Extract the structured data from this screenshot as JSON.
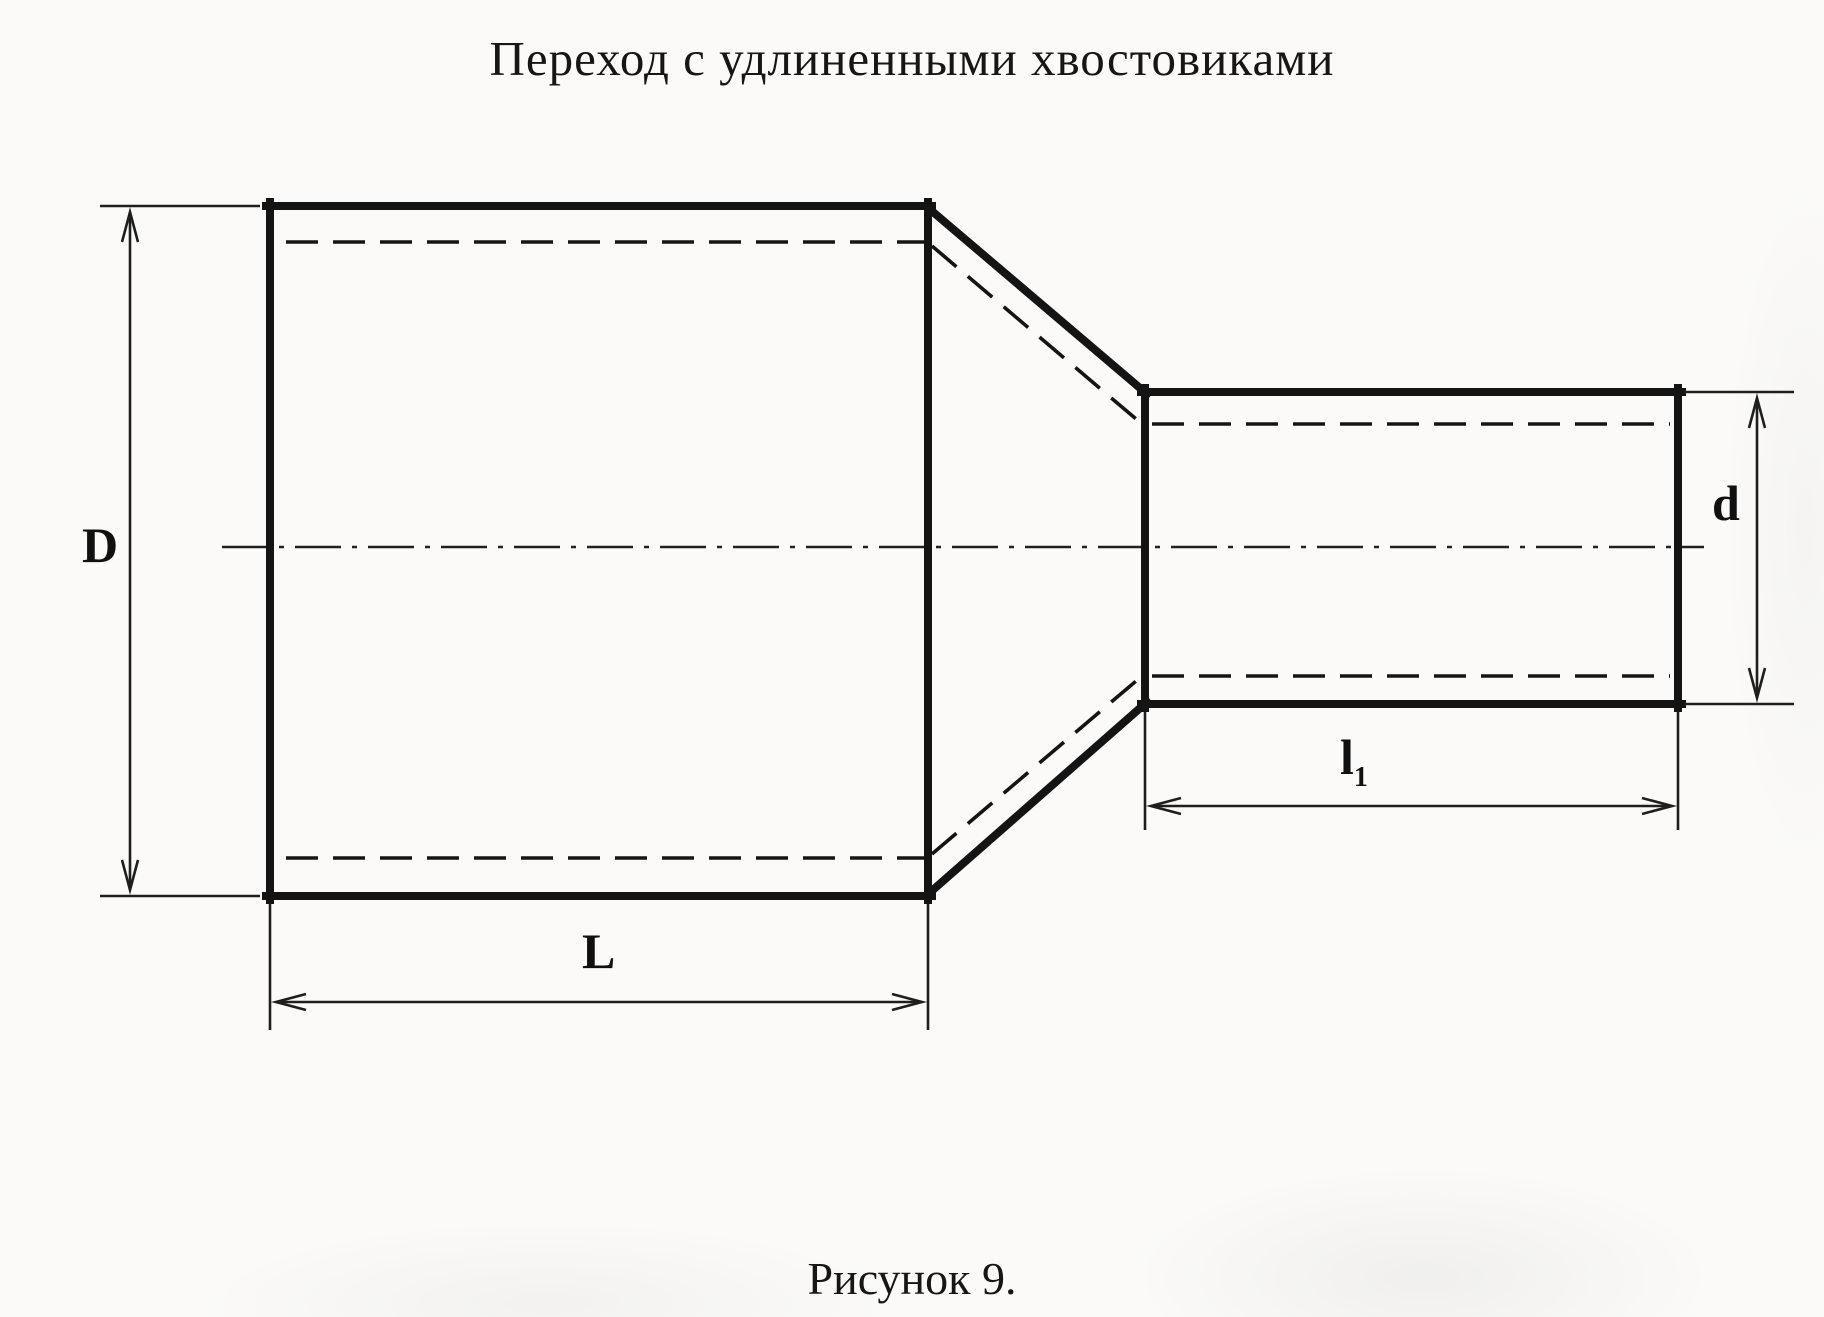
{
  "page": {
    "title": "Переход с удлиненными хвостовиками",
    "caption": "Рисунок 9."
  },
  "drawing": {
    "type": "technical-drawing",
    "subject": "concentric pipe reducer with elongated tails",
    "line_color": "#141414",
    "background_color": "#fbfaf8"
  },
  "labels": {
    "large_diameter": "D",
    "small_diameter": "d",
    "large_length": "L",
    "small_length_base": "l",
    "small_length_sub": "1"
  }
}
